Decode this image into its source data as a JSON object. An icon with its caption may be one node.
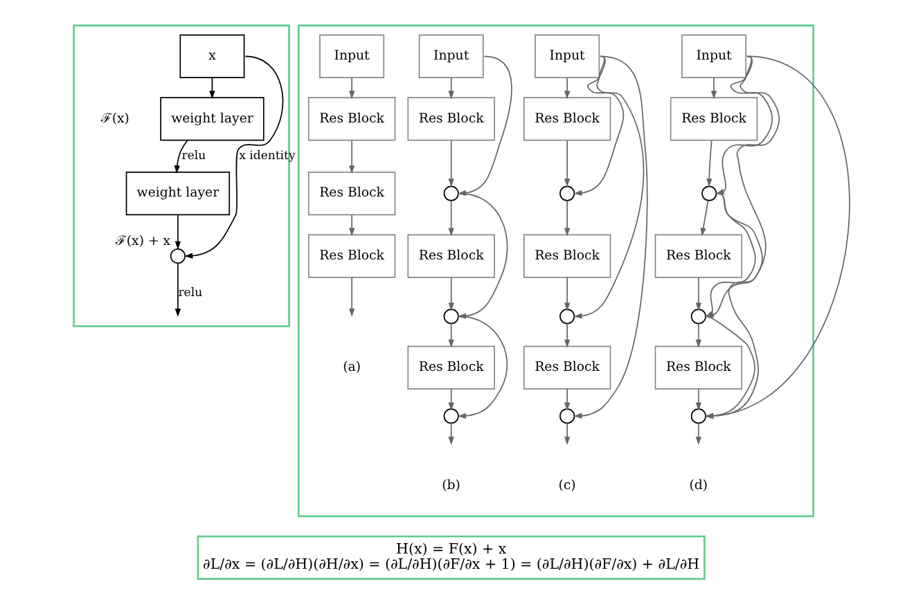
{
  "diagram": {
    "nodes": [
      {
        "text": [],
        "shape": "box"
      },
      {
        "text": [
          "x"
        ],
        "in": 0
      },
      {
        "text": [
          "weight layer"
        ],
        "in": 0
      },
      {
        "text": [
          "weight layer"
        ],
        "in": 0
      },
      {
        "text": [],
        "shape": "circle",
        "in": 0,
        "beside": [
          "ℱ(x) + x"
        ]
      },
      {
        "text": [],
        "shape": "box"
      },
      {
        "text": [
          "Input"
        ],
        "in": 5
      },
      {
        "text": [
          "Res Block"
        ],
        "in": 5
      },
      {
        "text": [
          "Res Block"
        ],
        "in": 5
      },
      {
        "text": [
          "Res Block"
        ],
        "in": 5
      },
      {
        "text": [
          "Input"
        ],
        "in": 5
      },
      {
        "text": [
          "Res Block"
        ],
        "in": 5
      },
      {
        "text": [],
        "shape": "circle",
        "in": 5
      },
      {
        "text": [
          "Res Block"
        ],
        "in": 5
      },
      {
        "text": [],
        "shape": "circle",
        "in": 5
      },
      {
        "text": [
          "Res Block"
        ],
        "in": 5
      },
      {
        "text": [],
        "shape": "circle",
        "in": 5
      },
      {
        "text": [
          "Input"
        ],
        "in": 5
      },
      {
        "text": [
          "Res Block"
        ],
        "in": 5
      },
      {
        "text": [],
        "shape": "circle",
        "in": 5
      },
      {
        "text": [
          "Res Block"
        ],
        "in": 5
      },
      {
        "text": [],
        "shape": "circle",
        "in": 5
      },
      {
        "text": [
          "Res Block"
        ],
        "in": 5
      },
      {
        "text": [],
        "shape": "circle",
        "in": 5
      },
      {
        "text": [
          "Input"
        ],
        "in": 5
      },
      {
        "text": [
          "Res Block"
        ],
        "in": 5
      },
      {
        "text": [],
        "shape": "circle",
        "in": 5
      },
      {
        "text": [
          "Res Block"
        ],
        "in": 5
      },
      {
        "text": [],
        "shape": "circle",
        "in": 5
      },
      {
        "text": [
          "Res Block"
        ],
        "in": 5
      },
      {
        "text": [],
        "shape": "circle",
        "in": 5
      },
      {
        "text": [
          "H(x) = F(x) + x",
          "∂L/∂x = (∂L/∂H)(∂H/∂x) = (∂L/∂H)(∂F/∂x + 1) = (∂L/∂H)(∂F/∂x) + ∂L/∂H"
        ]
      }
    ],
    "edges": [
      {
        "from": 1,
        "to": 2,
        "arrow": "to",
        "color": "#000000"
      },
      {
        "from": 2,
        "to": 3,
        "arrow": "to",
        "label": "relu",
        "color": "#000000"
      },
      {
        "from": 3,
        "to": 4,
        "arrow": "to",
        "color": "#000000"
      },
      {
        "from": 1,
        "to": 4,
        "arrow": "to",
        "label": "x identity",
        "color": "#000000"
      },
      {
        "from": 4,
        "to": null,
        "arrow": "to",
        "label": "relu",
        "color": "#000000"
      },
      {
        "from": 6,
        "to": 7,
        "arrow": "to"
      },
      {
        "from": 7,
        "to": 8,
        "arrow": "to"
      },
      {
        "from": 8,
        "to": 9,
        "arrow": "to"
      },
      {
        "from": 9,
        "to": null,
        "arrow": "to"
      },
      {
        "from": 10,
        "to": 11,
        "arrow": "to"
      },
      {
        "from": 11,
        "to": 12,
        "arrow": "to"
      },
      {
        "from": 12,
        "to": 13,
        "arrow": "to"
      },
      {
        "from": 13,
        "to": 14,
        "arrow": "to"
      },
      {
        "from": 14,
        "to": 15,
        "arrow": "to"
      },
      {
        "from": 15,
        "to": 16,
        "arrow": "to"
      },
      {
        "from": 16,
        "to": null,
        "arrow": "to"
      },
      {
        "from": 10,
        "to": 12,
        "arrow": "to"
      },
      {
        "from": 12,
        "to": 14,
        "arrow": "to"
      },
      {
        "from": 14,
        "to": 16,
        "arrow": "to"
      },
      {
        "from": 17,
        "to": 18,
        "arrow": "to"
      },
      {
        "from": 18,
        "to": 19,
        "arrow": "to"
      },
      {
        "from": 19,
        "to": 20,
        "arrow": "to"
      },
      {
        "from": 20,
        "to": 21,
        "arrow": "to"
      },
      {
        "from": 21,
        "to": 22,
        "arrow": "to"
      },
      {
        "from": 22,
        "to": 23,
        "arrow": "to"
      },
      {
        "from": 23,
        "to": null,
        "arrow": "to"
      },
      {
        "from": 17,
        "to": 19,
        "arrow": "to"
      },
      {
        "from": 17,
        "to": 21,
        "arrow": "to"
      },
      {
        "from": 17,
        "to": 23,
        "arrow": "to"
      },
      {
        "from": 24,
        "to": 25,
        "arrow": "to"
      },
      {
        "from": 25,
        "to": 26,
        "arrow": "to"
      },
      {
        "from": 26,
        "to": 27,
        "arrow": "to"
      },
      {
        "from": 27,
        "to": 28,
        "arrow": "to"
      },
      {
        "from": 28,
        "to": 29,
        "arrow": "to"
      },
      {
        "from": 29,
        "to": 30,
        "arrow": "to"
      },
      {
        "from": 30,
        "to": null,
        "arrow": "to"
      },
      {
        "from": 24,
        "to": 26,
        "arrow": "to"
      },
      {
        "from": 24,
        "to": 28,
        "arrow": "to"
      },
      {
        "from": 24,
        "to": 30,
        "arrow": "to"
      },
      {
        "from": 26,
        "to": 28,
        "arrow": "to"
      },
      {
        "from": 26,
        "to": 30,
        "arrow": "to"
      },
      {
        "from": 28,
        "to": 30,
        "arrow": "to"
      }
    ],
    "labels": [
      "ℱ(x)",
      "(a)",
      "(b)",
      "(c)",
      "(d)"
    ]
  }
}
